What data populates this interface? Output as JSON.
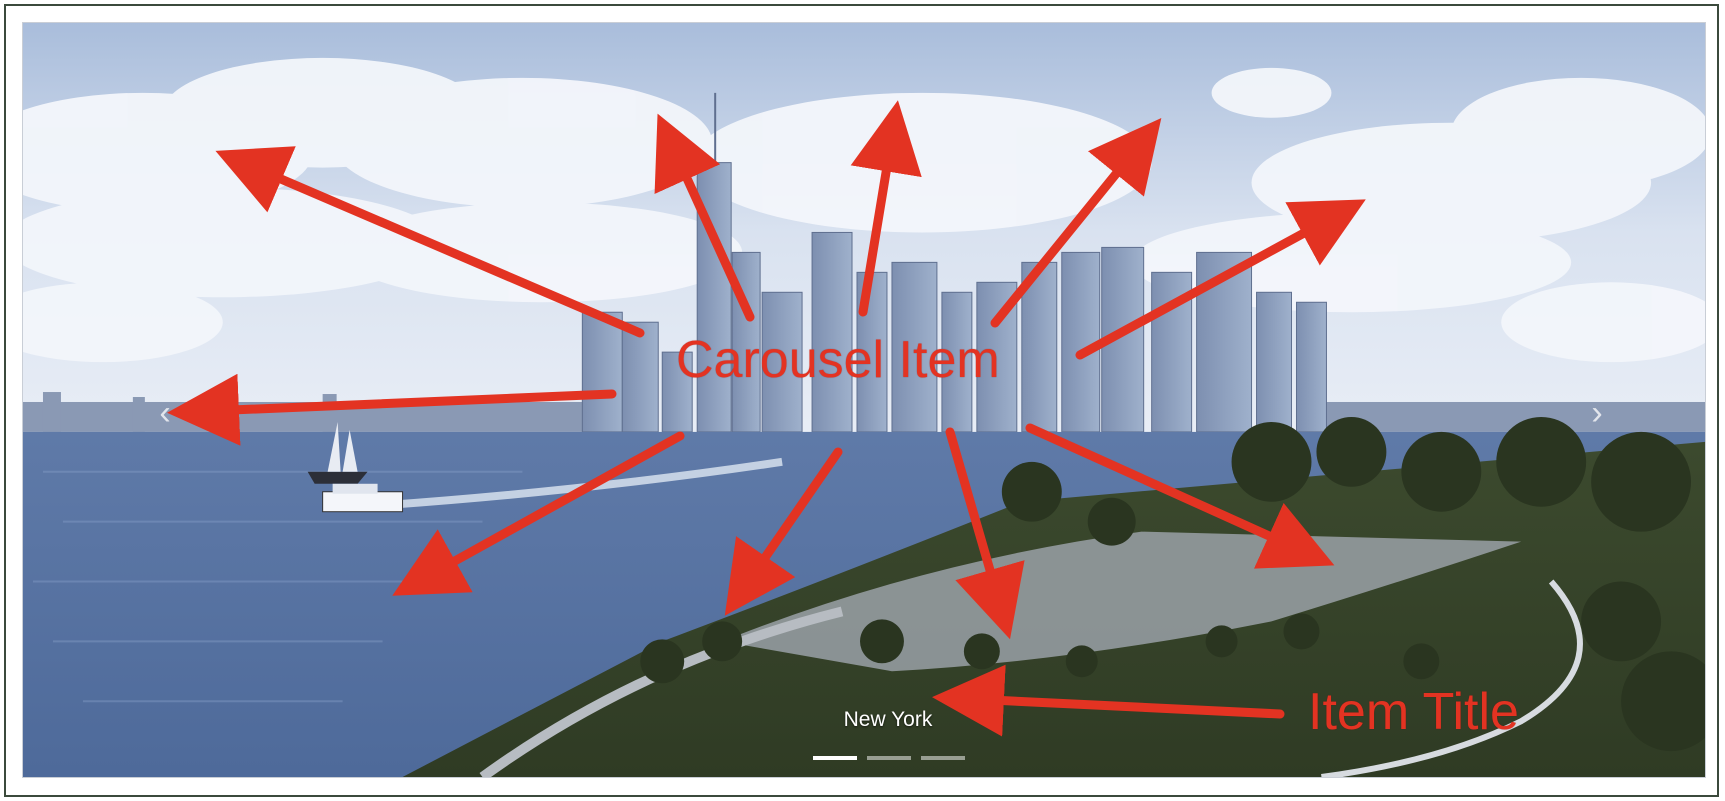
{
  "carousel": {
    "caption": "New York",
    "indicator_active_index": 0,
    "indicator_count": 3,
    "prev_glyph": "‹",
    "next_glyph": "›"
  },
  "annotations": {
    "carousel_item_label": "Carousel Item",
    "item_title_label": "Item Title",
    "arrow_color": "#e33322"
  },
  "icons": {
    "prev": "chevron-left-icon",
    "next": "chevron-right-icon"
  }
}
